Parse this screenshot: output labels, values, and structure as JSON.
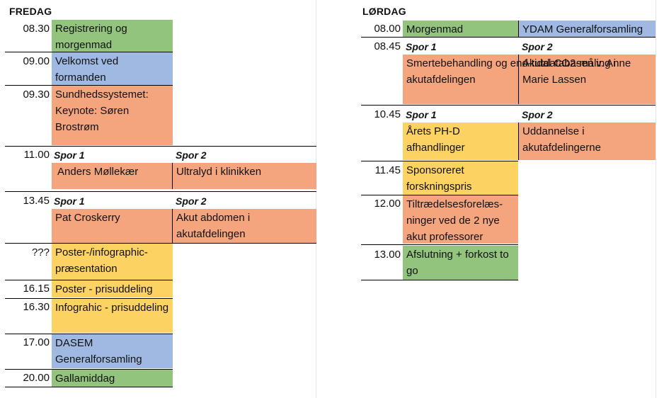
{
  "colors": {
    "green": "#93c47d",
    "blue": "#9fb9e3",
    "orange": "#f4a57e",
    "yellow": "#fcd262"
  },
  "friday": {
    "title": "FREDAG",
    "times": [
      "08.30",
      "09.00",
      "09.30",
      "11.00",
      "13.45",
      "???",
      "16.15",
      "16.30",
      "17.00",
      "20.00"
    ],
    "spor1": "Spor 1",
    "spor2": "Spor 2",
    "items": {
      "registrering": "Registrering og morgenmad",
      "velkomst": "Velkomst ved formanden",
      "sundhed": "Sundhedssystemet: Keynote: Søren Brostrøm",
      "anders": "Anders Møllekær",
      "ultralyd": "Ultralyd i klinikken",
      "pat": "Pat Croskerry",
      "akut_abdomen": "Akut abdomen i akutafdelingen",
      "poster_pres": "Poster-/infographic-præsentation",
      "poster_pris": "Poster - prisuddeling",
      "infographic_pris": "Infograhic - prisuddeling",
      "dasem": "DASEM Generalforsamling",
      "galla": "Gallamiddag"
    }
  },
  "saturday": {
    "title": "LØRDAG",
    "times": [
      "08.00",
      "08.45",
      "10.45",
      "11.45",
      "12.00",
      "13.00"
    ],
    "spor1": "Spor 1",
    "spor2": "Spor 2",
    "items": {
      "morgenmad": "Morgenmad",
      "ydam": "YDAM Generalforsamling",
      "smerte": "Smertebehandling og end-tidal CO2-måling i akutafdelingen",
      "akutdatabasen": "Akutdatabasen v. Anne Marie Lassen",
      "phd": "Årets PH-D afhandlinger",
      "uddannelse": "Uddannelse i akutafdelingerne",
      "sponsor": "Sponsoreret forskningspris",
      "tiltraedelse": "Tiltrædelsesforelæs-ninger ved de 2 nye akut professorer",
      "afslutning": "Afslutning + forkost to go"
    }
  }
}
